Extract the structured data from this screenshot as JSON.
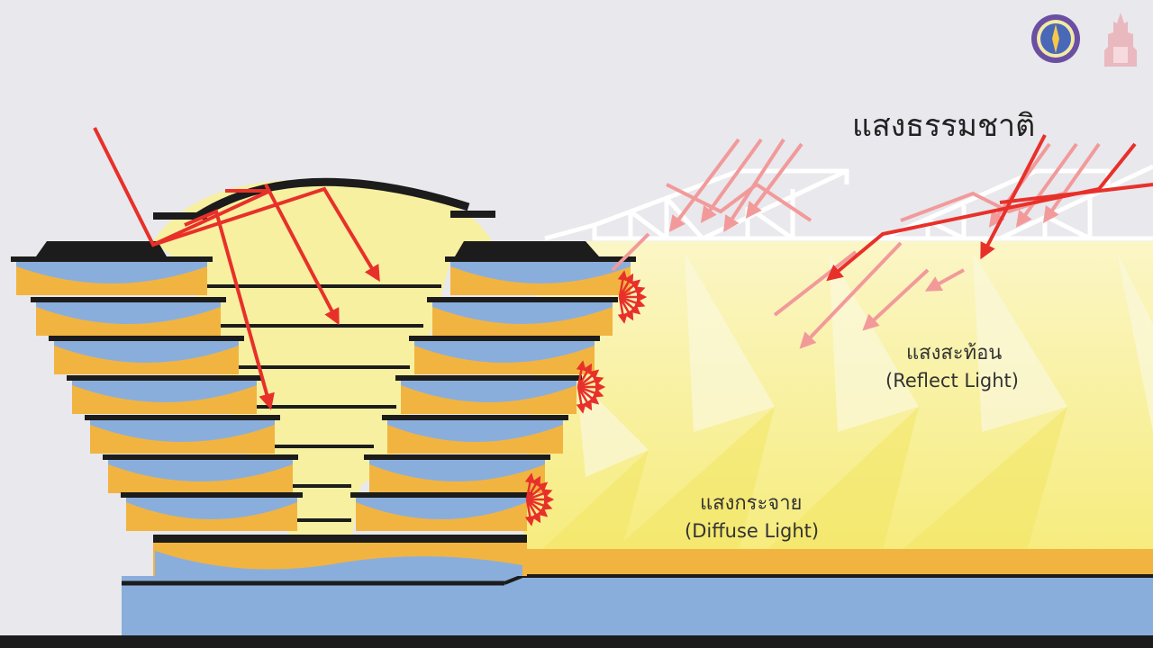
{
  "labels": {
    "natural_light": "แสงธรรมชาติ",
    "reflect_th": "แสงสะท้อน",
    "reflect_en": "(Reflect Light)",
    "diffuse_th": "แสงกระจาย",
    "diffuse_en": "(Diffuse Light)"
  },
  "logos": [
    {
      "name": "university-seal-logo",
      "color": "#6a4fa3"
    },
    {
      "name": "chula-crest-logo",
      "color": "#e9b9bf"
    }
  ],
  "colors": {
    "background": "#e8e8ed",
    "light_yellow": "#f7f0a0",
    "orange_floor": "#f2b440",
    "blue_slab": "#8aaedc",
    "dark_edge": "#1c1c1c",
    "ray_red": "#e8302a",
    "ray_faint": "#f08a8a"
  }
}
